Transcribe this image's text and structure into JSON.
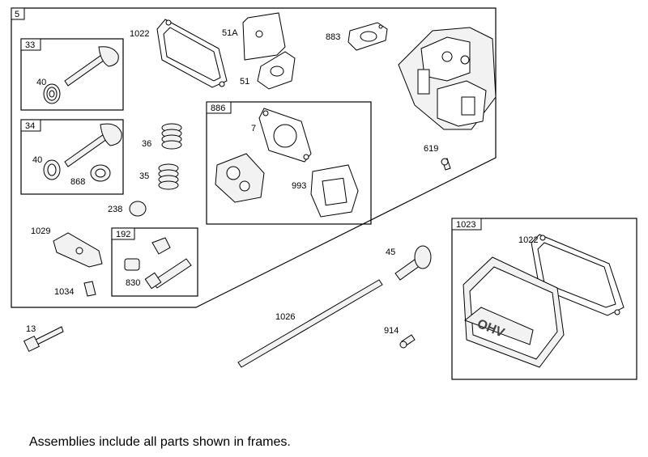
{
  "frames": {
    "main": "5",
    "f33": "33",
    "f34": "34",
    "f886": "886",
    "f192": "192",
    "f1023": "1023"
  },
  "labels": {
    "l1022a": "1022",
    "l51A": "51A",
    "l51": "51",
    "l883": "883",
    "l40a": "40",
    "l40b": "40",
    "l868": "868",
    "l36": "36",
    "l35": "35",
    "l7": "7",
    "l993": "993",
    "l619": "619",
    "l238": "238",
    "l1029": "1029",
    "l830": "830",
    "l1034": "1034",
    "l45": "45",
    "l1022b": "1022",
    "l13": "13",
    "l1026": "1026",
    "l914": "914"
  },
  "cover_text": "OHV",
  "caption": "Assemblies include all parts shown in frames."
}
